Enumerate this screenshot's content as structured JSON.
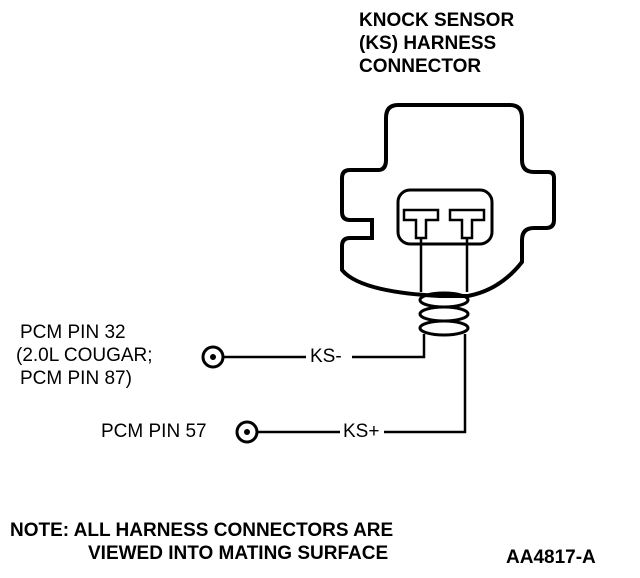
{
  "connector": {
    "title_lines": [
      "KNOCK SENSOR",
      "(KS) HARNESS",
      "CONNECTOR"
    ]
  },
  "pins": {
    "pin32_lines": [
      "PCM PIN 32",
      "(2.0L COUGAR;",
      "PCM PIN 87)"
    ],
    "pin57_label": "PCM PIN 57"
  },
  "wires": {
    "ks_minus": "KS-",
    "ks_plus": "KS+"
  },
  "note": {
    "line1": "NOTE: ALL HARNESS CONNECTORS ARE",
    "line2": "VIEWED INTO MATING SURFACE"
  },
  "figure_code": "AA4817-A"
}
